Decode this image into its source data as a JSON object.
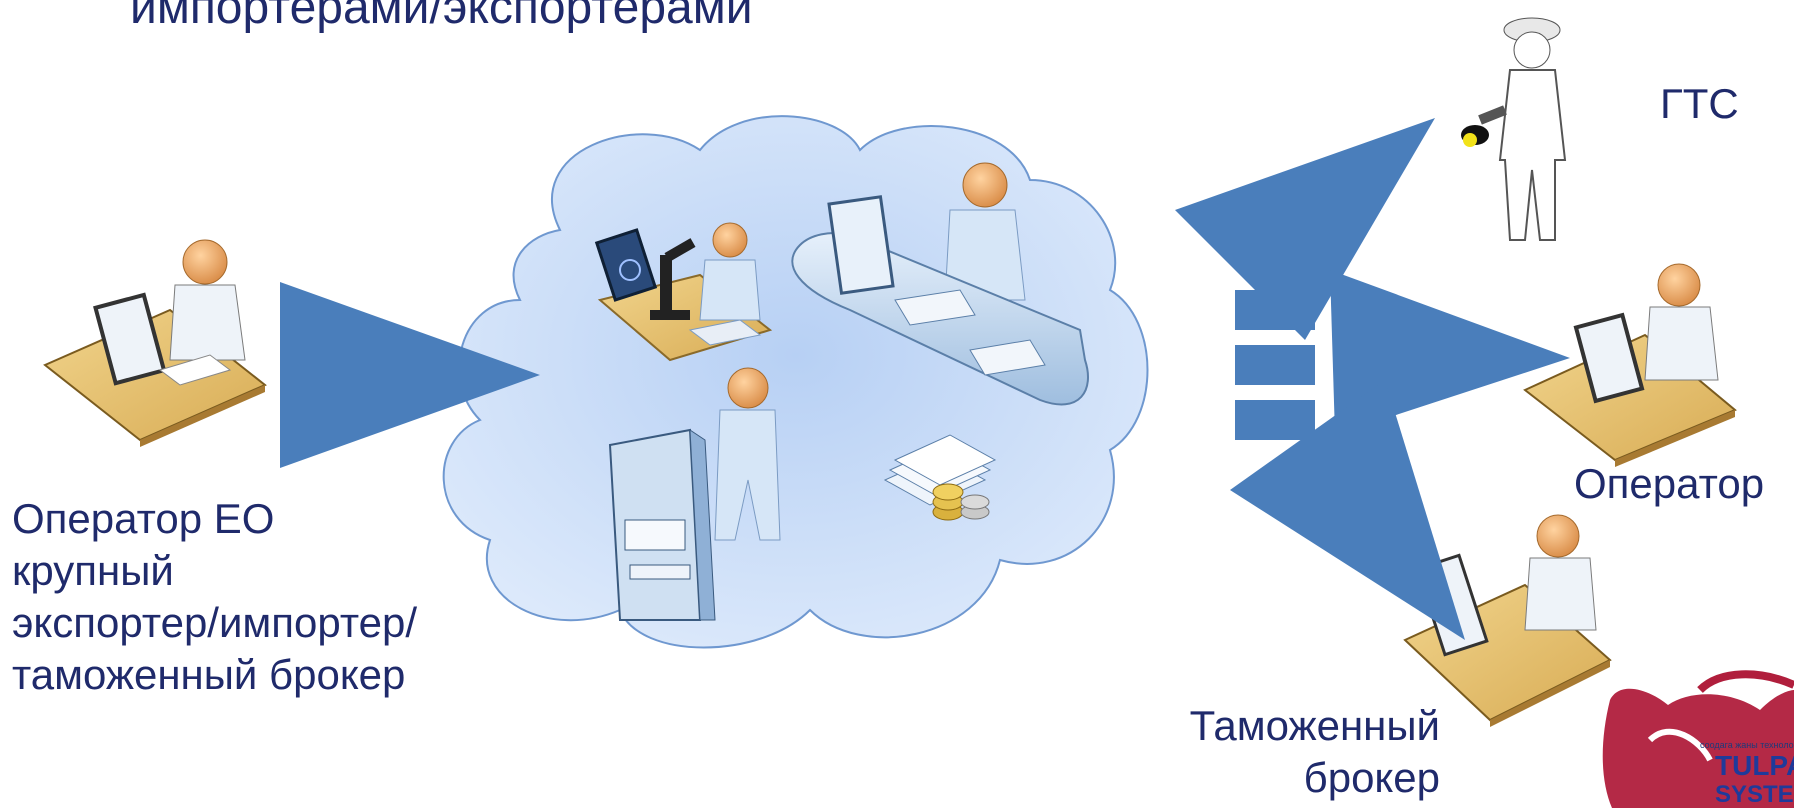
{
  "title": "импортерами/экспортерами",
  "labels": {
    "eo": [
      "Оператор ЕО",
      "крупный",
      "экспортер/импортер/",
      "таможенный брокер"
    ],
    "gts": "ГТС",
    "operator": "Оператор",
    "broker": [
      "Таможенный",
      "брокер"
    ]
  },
  "logo": {
    "text_main": "TULPAR",
    "text_sub": "SYSTEMS",
    "tagline": "соодага жаны технологиялар"
  },
  "icons": [
    "cloud-icon",
    "workstation-icon",
    "officer-icon",
    "lab-icon",
    "scanner-icon",
    "documents-coins-icon"
  ],
  "colors": {
    "arrow": "#4a7ebb",
    "text": "#1f2a6b",
    "cloud_fill": "#c9ddf8",
    "cloud_stroke": "#6f98d0",
    "logo": "#b01e3c"
  }
}
